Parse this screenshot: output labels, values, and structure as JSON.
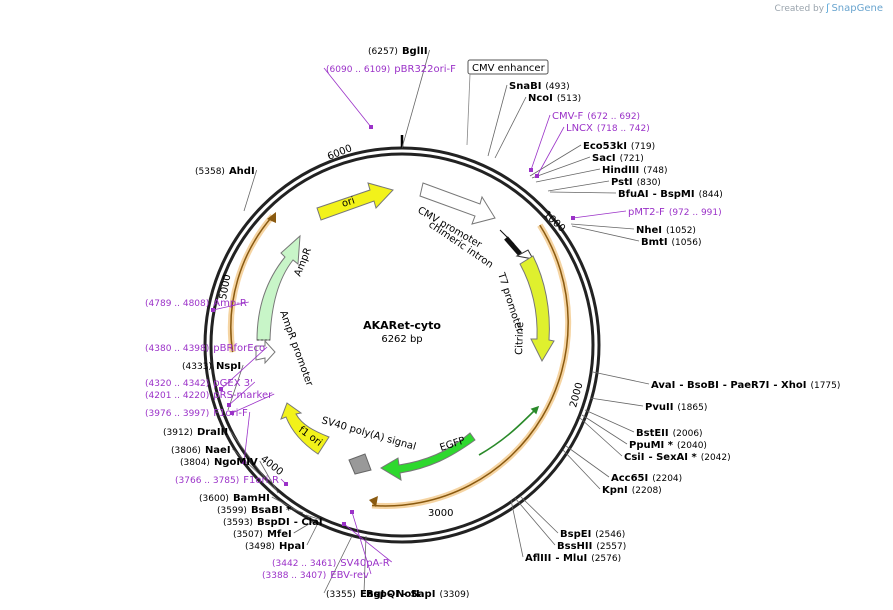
{
  "branding": {
    "prefix": "Created by",
    "logo_glyph": "ʃ",
    "name": "SnapGene"
  },
  "map": {
    "name": "AKARet-cyto",
    "length": 6262,
    "length_label": "6262 bp",
    "tick_labels": [
      "1000",
      "2000",
      "3000",
      "4000",
      "5000",
      "6000"
    ],
    "features": [
      {
        "name": "CMV enhancer",
        "color": "#ffffff",
        "boxed": true
      },
      {
        "name": "CMV promoter",
        "color": "#ffffff"
      },
      {
        "name": "chimeric intron",
        "color": "#000000"
      },
      {
        "name": "T7 promoter",
        "color": "#000000"
      },
      {
        "name": "Citrine",
        "color": "#dff02e"
      },
      {
        "name": "EGFP",
        "color": "#2ed82e"
      },
      {
        "name": "SV40 poly(A) signal",
        "color": "#999999"
      },
      {
        "name": "f1 ori",
        "color": "#f2f21a"
      },
      {
        "name": "AmpR promoter",
        "color": "#ffffff"
      },
      {
        "name": "AmpR",
        "color": "#c8f5c8"
      },
      {
        "name": "ori",
        "color": "#f2f21a"
      }
    ],
    "sites": [
      {
        "parts": [
          {
            "name": "BglII"
          }
        ],
        "position": "(6257)",
        "pos_first": true
      },
      {
        "parts": [
          {
            "name": "SnaBI"
          }
        ],
        "position": "(493)"
      },
      {
        "parts": [
          {
            "name": "NcoI"
          }
        ],
        "position": "(513)"
      },
      {
        "parts": [
          {
            "name": "Eco53kI"
          }
        ],
        "position": "(719)"
      },
      {
        "parts": [
          {
            "name": "SacI"
          }
        ],
        "position": "(721)"
      },
      {
        "parts": [
          {
            "name": "HindIII"
          }
        ],
        "position": "(748)"
      },
      {
        "parts": [
          {
            "name": "PstI"
          }
        ],
        "position": "(830)"
      },
      {
        "parts": [
          {
            "name": "BfuAI"
          },
          {
            "name": "- BspMI"
          }
        ],
        "position": "(844)"
      },
      {
        "parts": [
          {
            "name": "NheI"
          }
        ],
        "position": "(1052)"
      },
      {
        "parts": [
          {
            "name": "BmtI"
          }
        ],
        "position": "(1056)"
      },
      {
        "parts": [
          {
            "name": "AvaI"
          },
          {
            "name": "- BsoBI"
          },
          {
            "name": "- PaeR7I"
          },
          {
            "name": "- XhoI"
          }
        ],
        "position": "(1775)"
      },
      {
        "parts": [
          {
            "name": "PvuII"
          }
        ],
        "position": "(1865)"
      },
      {
        "parts": [
          {
            "name": "BstEII"
          }
        ],
        "position": "(2006)"
      },
      {
        "parts": [
          {
            "name": "PpuMI *"
          }
        ],
        "position": "(2040)"
      },
      {
        "parts": [
          {
            "name": "CsiI"
          },
          {
            "name": "- SexAI *"
          }
        ],
        "position": "(2042)"
      },
      {
        "parts": [
          {
            "name": "Acc65I"
          }
        ],
        "position": "(2204)"
      },
      {
        "parts": [
          {
            "name": "KpnI"
          }
        ],
        "position": "(2208)"
      },
      {
        "parts": [
          {
            "name": "BspEI"
          }
        ],
        "position": "(2546)"
      },
      {
        "parts": [
          {
            "name": "BssHII"
          }
        ],
        "position": "(2557)"
      },
      {
        "parts": [
          {
            "name": "AflIII"
          },
          {
            "name": "- MluI"
          }
        ],
        "position": "(2576)"
      },
      {
        "parts": [
          {
            "name": "BspQI"
          },
          {
            "name": "- SapI"
          }
        ],
        "position": "(3309)"
      },
      {
        "parts": [
          {
            "name": "EagI"
          },
          {
            "name": "- NotI"
          }
        ],
        "position": "(3355)",
        "pos_first": true
      },
      {
        "parts": [
          {
            "name": "HpaI"
          }
        ],
        "position": "(3498)",
        "pos_first": true
      },
      {
        "parts": [
          {
            "name": "MfeI"
          }
        ],
        "position": "(3507)",
        "pos_first": true
      },
      {
        "parts": [
          {
            "name": "BspDI"
          },
          {
            "name": "- ClaI"
          }
        ],
        "position": "(3593)",
        "pos_first": true
      },
      {
        "parts": [
          {
            "name": "BsaBI *"
          }
        ],
        "position": "(3599)",
        "pos_first": true
      },
      {
        "parts": [
          {
            "name": "BamHI"
          }
        ],
        "position": "(3600)",
        "pos_first": true
      },
      {
        "parts": [
          {
            "name": "NgoMIV"
          }
        ],
        "position": "(3804)",
        "pos_first": true
      },
      {
        "parts": [
          {
            "name": "NaeI"
          }
        ],
        "position": "(3806)",
        "pos_first": true
      },
      {
        "parts": [
          {
            "name": "DraIII"
          }
        ],
        "position": "(3912)",
        "pos_first": true
      },
      {
        "parts": [
          {
            "name": "NspI"
          }
        ],
        "position": "(4333)",
        "pos_first": true
      },
      {
        "parts": [
          {
            "name": "AhdI"
          }
        ],
        "position": "(5358)",
        "pos_first": true
      }
    ],
    "primers": [
      {
        "name": "pBR322ori-F",
        "range": "(6090 .. 6109)",
        "pos_first": true
      },
      {
        "name": "CMV-F",
        "range": "(672 .. 692)"
      },
      {
        "name": "LNCX",
        "range": "(718 .. 742)"
      },
      {
        "name": "pMT2-F",
        "range": "(972 .. 991)"
      },
      {
        "name": "Amp-R",
        "range": "(4789 .. 4808)",
        "pos_first": true
      },
      {
        "name": "pBRforEco",
        "range": "(4380 .. 4398)",
        "pos_first": true
      },
      {
        "name": "pGEX 3'",
        "range": "(4320 .. 4342)",
        "pos_first": true
      },
      {
        "name": "pRS-marker",
        "range": "(4201 .. 4220)",
        "pos_first": true
      },
      {
        "name": "F1ori-F",
        "range": "(3976 .. 3997)",
        "pos_first": true
      },
      {
        "name": "F1ori-R",
        "range": "(3766 .. 3785)",
        "pos_first": true
      },
      {
        "name": "SV40pA-R",
        "range": "(3442 .. 3461)",
        "pos_first": true
      },
      {
        "name": "EBV-rev",
        "range": "(3388 .. 3407)",
        "pos_first": true
      }
    ]
  }
}
